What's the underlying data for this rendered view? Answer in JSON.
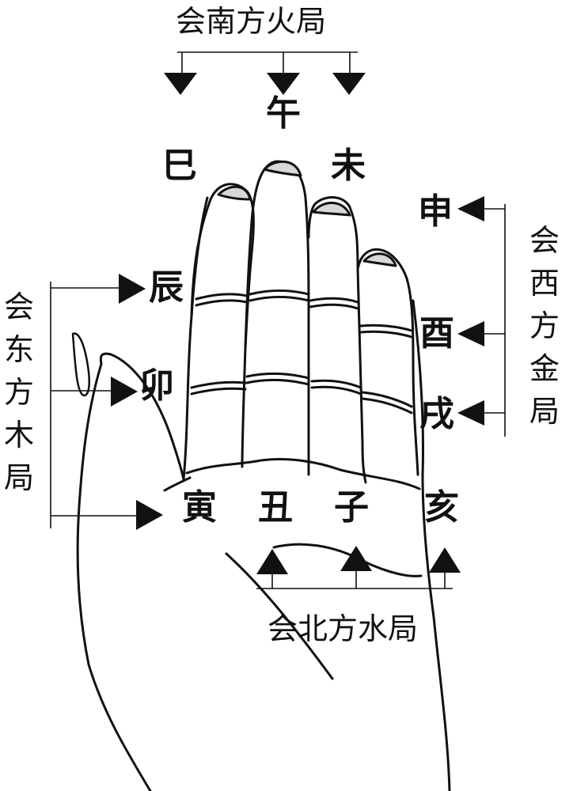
{
  "groups": {
    "south": {
      "title": "会南方火局",
      "branches": [
        "巳",
        "午",
        "未"
      ]
    },
    "west": {
      "title": "会\n西\n方\n金\n局",
      "branches": [
        "申",
        "酉",
        "戌"
      ]
    },
    "east": {
      "title": "会\n东\n方\n木\n局",
      "branches": [
        "辰",
        "卯",
        "寅"
      ]
    },
    "north": {
      "title": "会北方水局",
      "branches": [
        "丑",
        "子",
        "亥"
      ]
    }
  },
  "colors": {
    "ink": "#111111",
    "nail": "#d8d8d8",
    "background": "#ffffff"
  },
  "icons": [
    "arrow-marker-icon",
    "hand-outline-icon"
  ]
}
